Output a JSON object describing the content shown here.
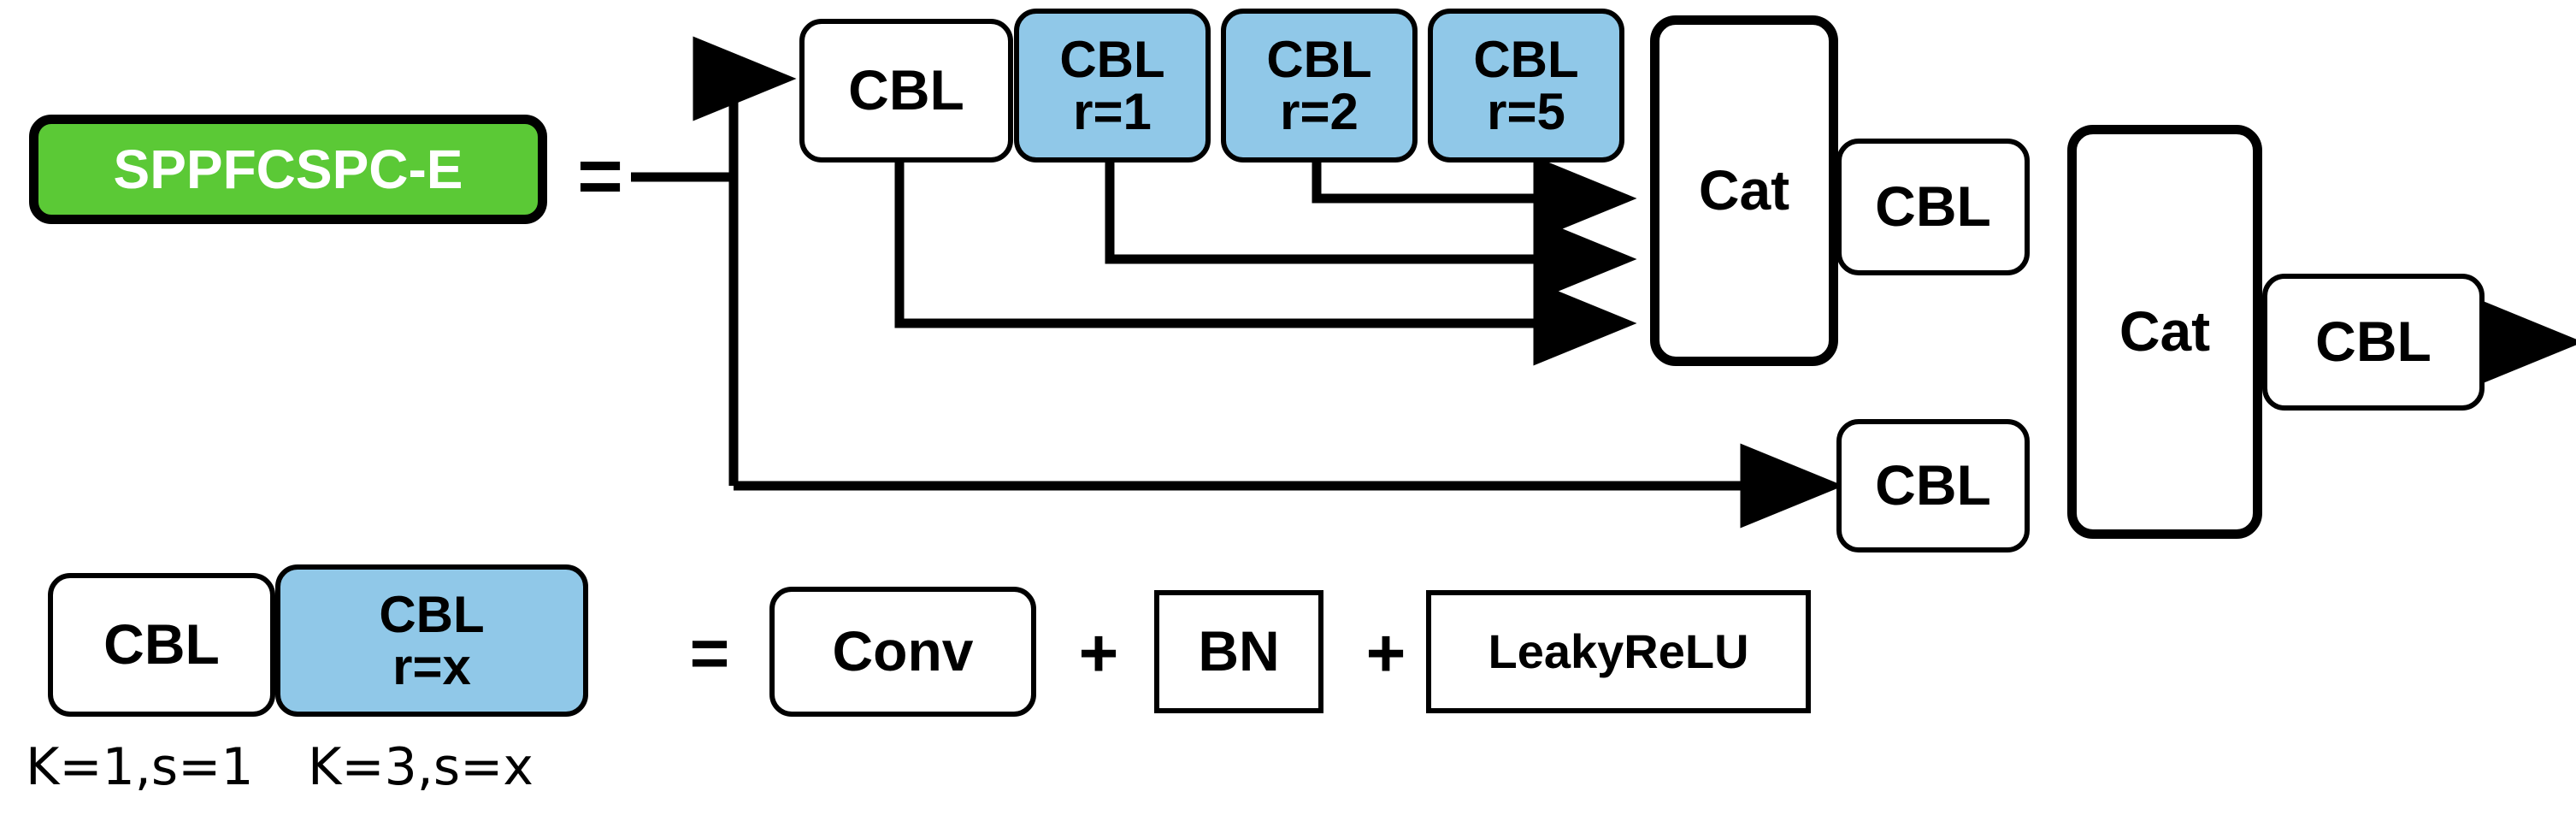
{
  "diagram": {
    "title": "SPPFCSPC-E",
    "equals_top": "=",
    "equals_bottom": "=",
    "plus_1": "+",
    "plus_2": "+",
    "colors": {
      "module_green": "#5BC936",
      "dilated_blue": "#90C8E8",
      "stroke_black": "#000000",
      "plain_white": "#FFFFFF"
    },
    "top_row": {
      "cbl_entry": {
        "label": "CBL"
      },
      "dilated": [
        {
          "label": "CBL",
          "rate": "r=1"
        },
        {
          "label": "CBL",
          "rate": "r=2"
        },
        {
          "label": "CBL",
          "rate": "r=5"
        }
      ],
      "cat_1": {
        "label": "Cat"
      },
      "cbl_after_cat1": {
        "label": "CBL"
      },
      "cat_2": {
        "label": "Cat"
      },
      "cbl_output": {
        "label": "CBL"
      }
    },
    "bypass_row": {
      "cbl_bypass": {
        "label": "CBL"
      }
    },
    "legend": {
      "cbl_plain": {
        "label": "CBL",
        "caption": "K=1,s=1"
      },
      "cbl_dilated": {
        "label": "CBL",
        "rate": "r=x",
        "caption": "K=3,s=x"
      },
      "expansion": [
        {
          "label": "Conv"
        },
        {
          "label": "BN"
        },
        {
          "label": "LeakyReLU"
        }
      ]
    }
  }
}
